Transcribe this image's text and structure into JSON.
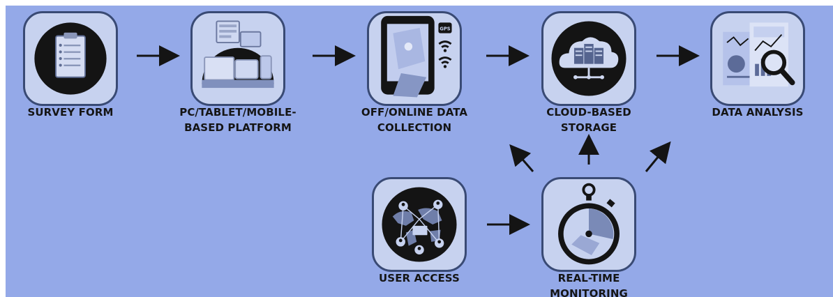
{
  "diagram": {
    "background_color": "#94a9e8",
    "box_color": "#c7d2ef",
    "icon_color": "#141414",
    "nodes": {
      "survey_form": {
        "label_line1": "SURVEY FORM",
        "label_line2": "",
        "icon": "clipboard-icon"
      },
      "platform": {
        "label_line1": "PC/TABLET/MOBILE-",
        "label_line2": "BASED PLATFORM",
        "icon": "devices-icon"
      },
      "collection": {
        "label_line1": "OFF/ONLINE DATA",
        "label_line2": "COLLECTION",
        "icon": "mobile-collection-icon"
      },
      "storage": {
        "label_line1": "CLOUD-BASED",
        "label_line2": "STORAGE",
        "icon": "cloud-server-icon"
      },
      "analysis": {
        "label_line1": "DATA ANALYSIS",
        "label_line2": "",
        "icon": "analytics-magnifier-icon"
      },
      "user_access": {
        "label_line1": "USER ACCESS",
        "label_line2": "",
        "icon": "world-network-icon"
      },
      "monitoring": {
        "label_line1": "REAL-TIME",
        "label_line2": "MONITORING",
        "icon": "stopwatch-icon"
      }
    },
    "icon_text": {
      "gps_badge": "GPS"
    }
  }
}
